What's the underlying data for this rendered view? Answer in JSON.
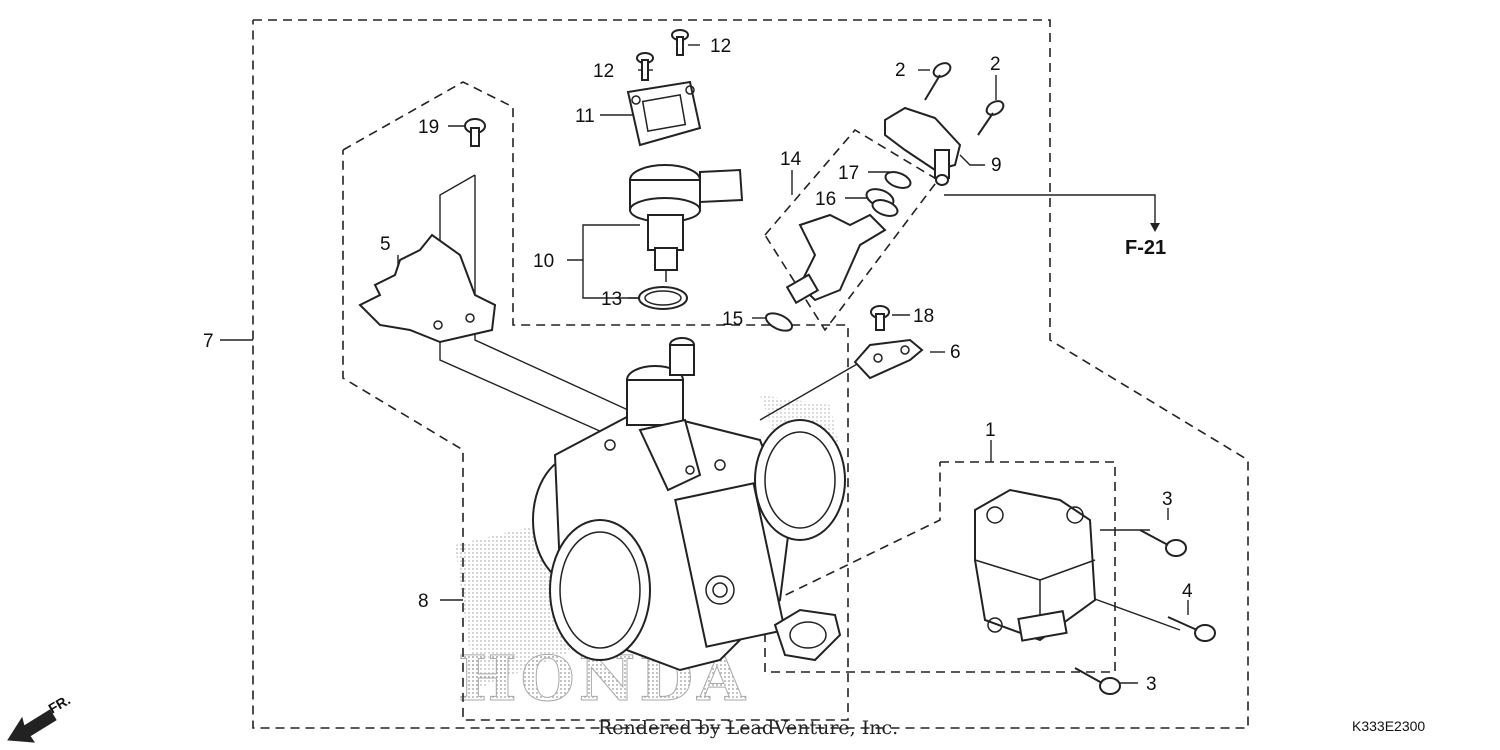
{
  "diagram": {
    "part_labels": {
      "p1": "1",
      "p2a": "2",
      "p2b": "2",
      "p3a": "3",
      "p3b": "3",
      "p4": "4",
      "p5": "5",
      "p6": "6",
      "p7": "7",
      "p8": "8",
      "p9": "9",
      "p10": "10",
      "p11": "11",
      "p12a": "12",
      "p12b": "12",
      "p13": "13",
      "p14": "14",
      "p15": "15",
      "p16": "16",
      "p17": "17",
      "p18": "18",
      "p19": "19"
    },
    "section_ref": "F-21",
    "front_indicator": "FR.",
    "watermark": "HONDA",
    "credit": "Rendered by LeadVenture, Inc.",
    "diagram_code": "K333E2300"
  }
}
